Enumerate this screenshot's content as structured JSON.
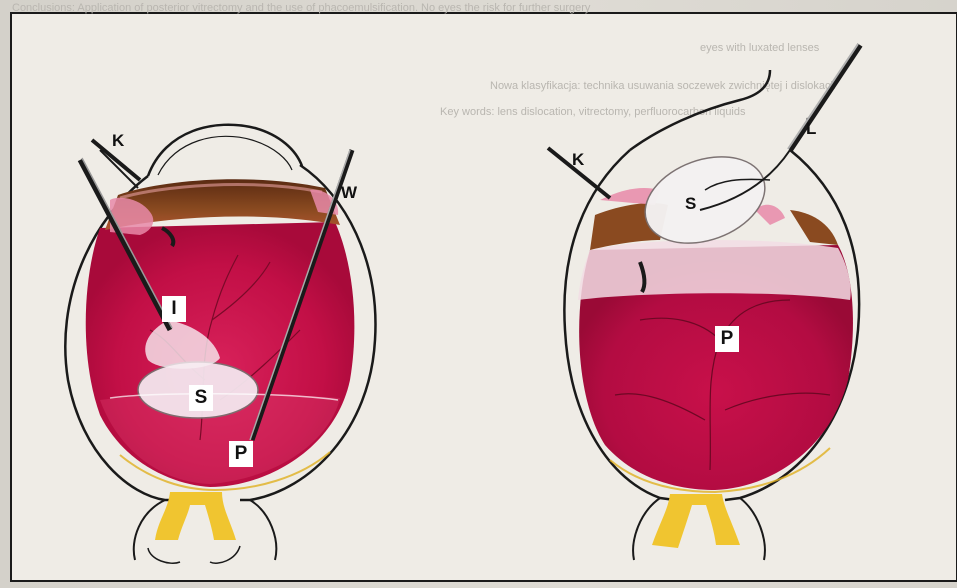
{
  "background_text": {
    "line1": "Conclusions: Application of posterior vitrectomy and the use of phacoemulsification. No eyes the risk for further surgery",
    "line2": "eyes with luxated lenses",
    "line3": "Nowa klasyfikacja: technika usuwania soczewek zwichniętej i dislokacji",
    "line4": "Key words: lens dislocation, vitrectomy, perfluorocarbon liquids"
  },
  "left_eye": {
    "labels": {
      "k": "K",
      "w": "W",
      "i": "I",
      "s": "S",
      "p": "P"
    }
  },
  "right_eye": {
    "labels": {
      "k": "K",
      "l": "L",
      "s": "S",
      "p": "P"
    }
  },
  "colors": {
    "vitreous": "#c8104a",
    "iris": "#7a3e1c",
    "optic_nerve": "#e8c020",
    "frame": "#1a1a1a"
  }
}
